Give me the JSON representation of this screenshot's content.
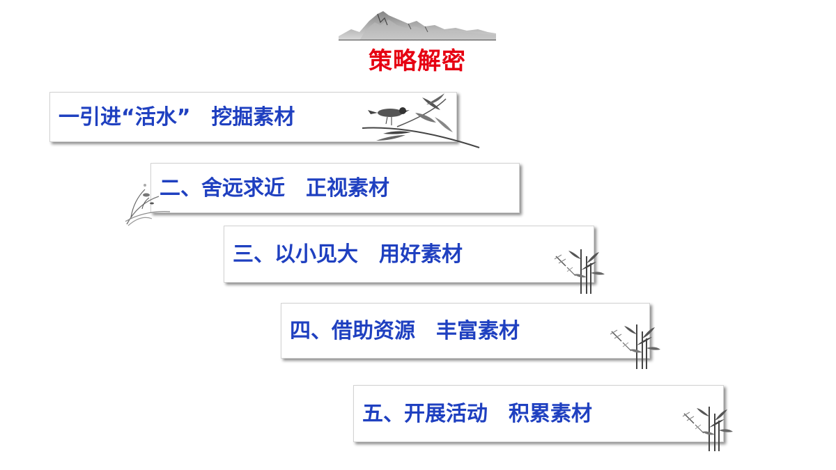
{
  "title": "策略解密",
  "colors": {
    "title": "#e60012",
    "card_text": "#1f40c0",
    "ink": "#333333"
  },
  "items": [
    {
      "label": "一引进“活水”　挖掘素材",
      "decoration": "bird-on-bamboo-icon"
    },
    {
      "label": "二、舍远求近　正视素材",
      "decoration": "orchid-icon"
    },
    {
      "label": "三、以小见大　用好素材",
      "decoration": "bamboo-dragonfly-icon"
    },
    {
      "label": "四、借助资源　丰富素材",
      "decoration": "bamboo-dragonfly-icon"
    },
    {
      "label": "五、开展活动　积累素材",
      "decoration": "bamboo-dragonfly-icon"
    }
  ],
  "header_decoration": "ink-mountain-icon"
}
